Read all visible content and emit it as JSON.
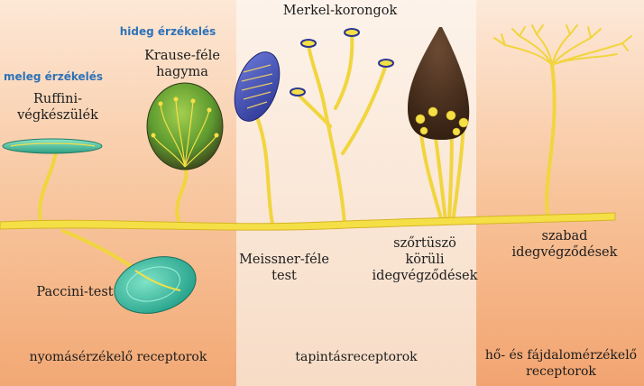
{
  "labels": {
    "meleg": "meleg érzékelés",
    "hideg": "hideg érzékelés",
    "ruffini_1": "Ruffini-",
    "ruffini_2": "végkészülék",
    "krause_1": "Krause-féle",
    "krause_2": "hagyma",
    "merkel": "Merkel-korongok",
    "paccini": "Paccini-test",
    "meissner_1": "Meissner-féle",
    "meissner_2": "test",
    "szortuszo_1": "szőrtüszö",
    "szortuszo_2": "körüli",
    "szortuszo_3": "idegvégződések",
    "szabad_1": "szabad",
    "szabad_2": "idegvégződések"
  },
  "sections": {
    "nyomas": "nyomásérzékelő receptorok",
    "tapintas": "tapintásreceptorok",
    "ho_1": "hő- és fájdalomérzékelő",
    "ho_2": "receptorok"
  },
  "colors": {
    "panel_left": "#f7c6a0",
    "panel_middle": "#f9e7d8",
    "panel_right": "#f6c29b",
    "nerve": "#f4e046",
    "nerve_edge": "#d7b326",
    "sensation_text": "#2d72b8"
  }
}
